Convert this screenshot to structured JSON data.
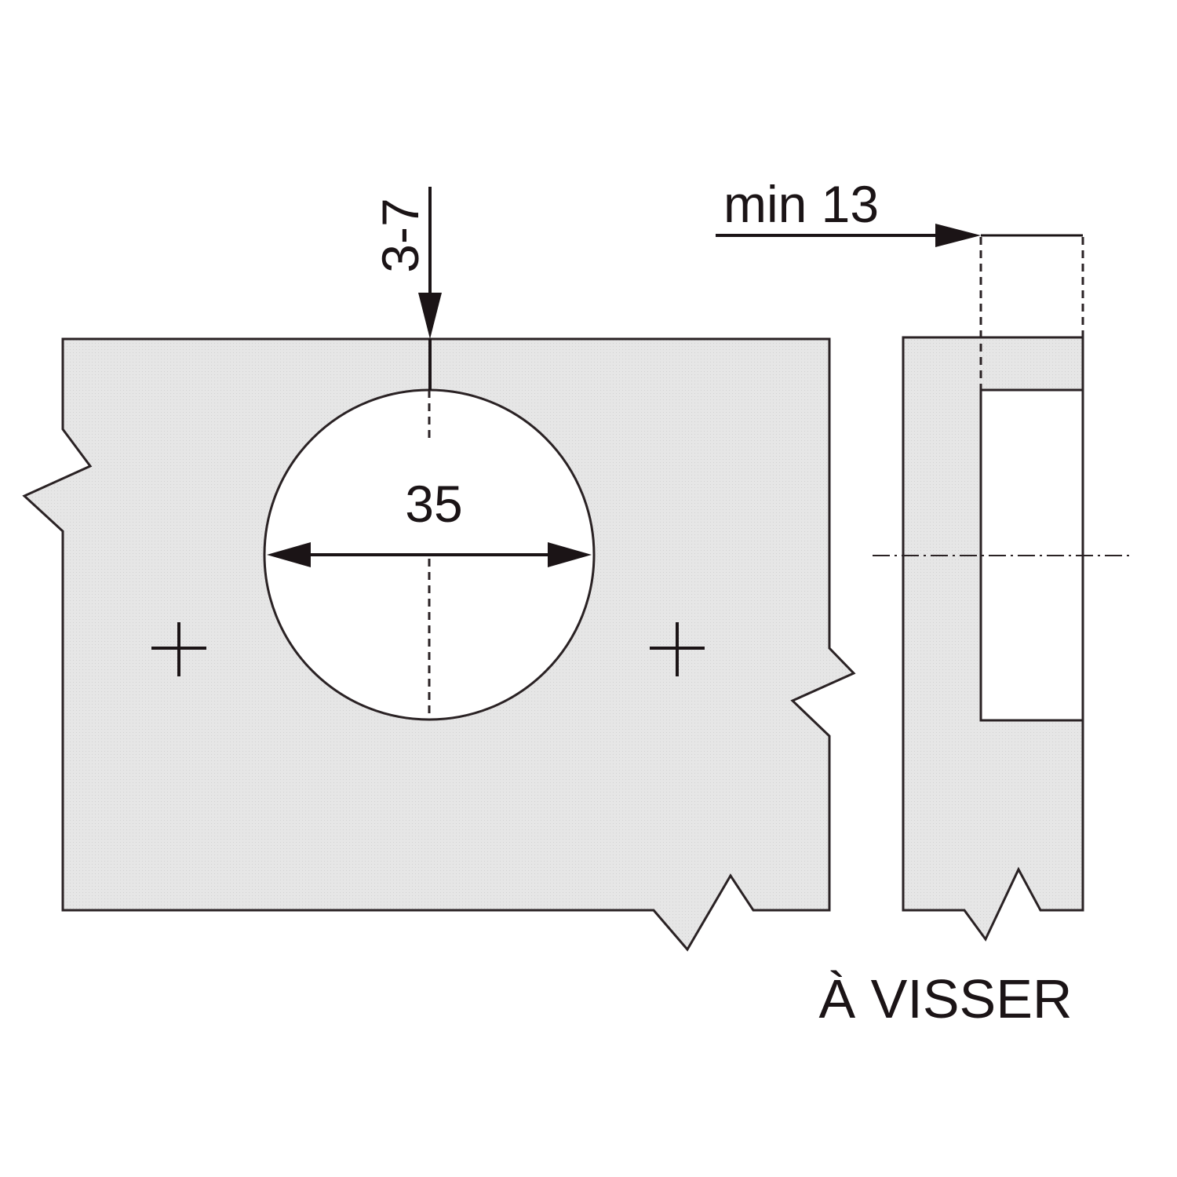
{
  "labels": {
    "edge_distance": "3-7",
    "cup_diameter": "35",
    "min_depth": "min 13",
    "caption": "À VISSER"
  },
  "colors": {
    "panel_fill": "#e3e3e3",
    "line": "#2a2224",
    "background": "#ffffff"
  }
}
